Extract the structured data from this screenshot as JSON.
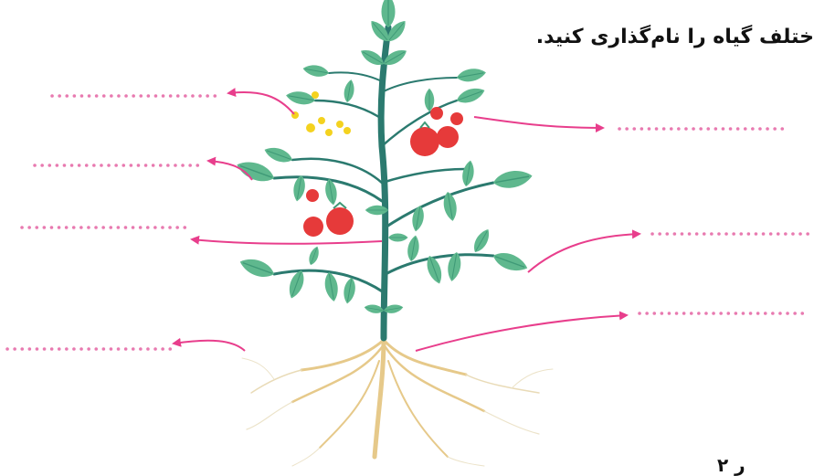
{
  "title": "ختلف گیاه را نام‌گذاری کنید.",
  "footer_text": "ر ۲",
  "colors": {
    "stem": "#2b7a6f",
    "leaf": "#5fb88e",
    "leaf_dark": "#3f9a77",
    "tomato": "#e63a3a",
    "flower": "#f4d21f",
    "root": "#e6c98a",
    "arrow": "#e83e8c",
    "dots": "#e87ab0"
  },
  "label_blanks": [
    {
      "id": "left-1",
      "side": "left"
    },
    {
      "id": "left-2",
      "side": "left"
    },
    {
      "id": "left-3",
      "side": "left"
    },
    {
      "id": "left-4",
      "side": "left"
    },
    {
      "id": "right-1",
      "side": "right"
    },
    {
      "id": "right-2",
      "side": "right"
    },
    {
      "id": "right-3",
      "side": "right"
    }
  ]
}
